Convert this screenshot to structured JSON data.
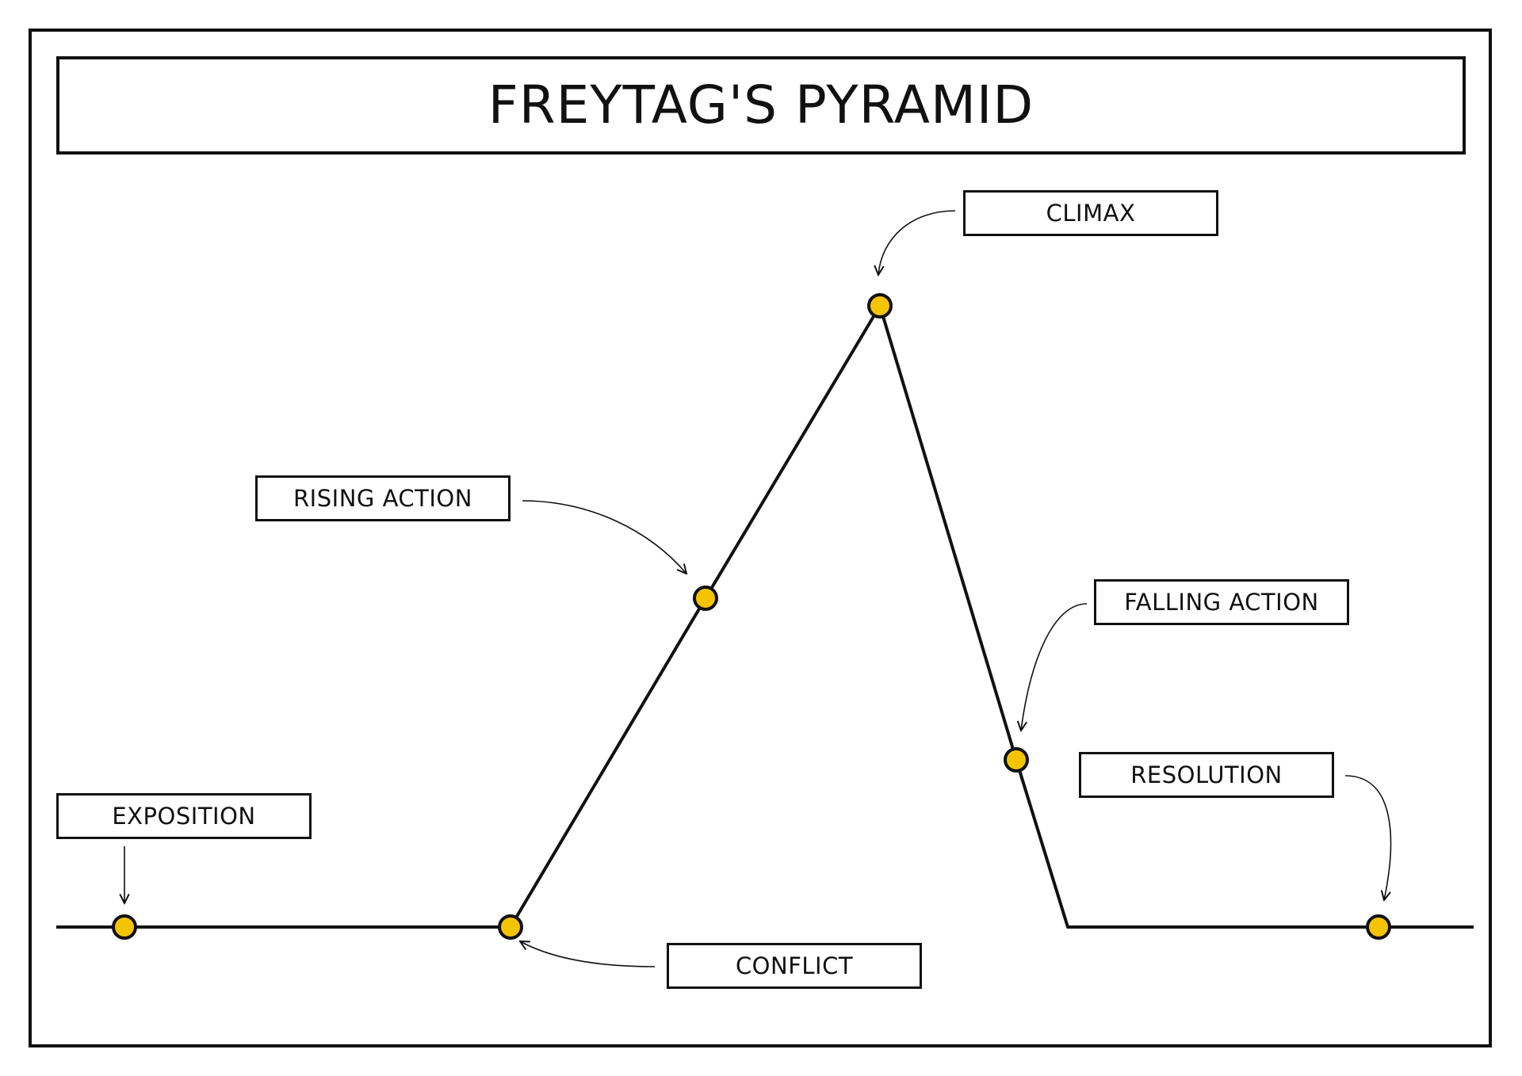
{
  "title": "FREYTAG'S PYRAMID",
  "stages": {
    "exposition": "EXPOSITION",
    "conflict": "CONFLICT",
    "rising_action": "RISING ACTION",
    "climax": "CLIMAX",
    "falling_action": "FALLING ACTION",
    "resolution": "RESOLUTION"
  },
  "colors": {
    "line": "#111111",
    "marker": "#F5C400"
  }
}
